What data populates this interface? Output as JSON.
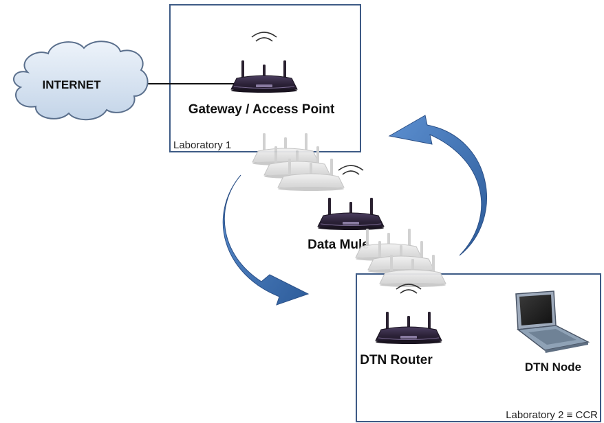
{
  "labels": {
    "internet": "INTERNET",
    "gateway": "Gateway / Access Point",
    "data_mule": "Data Mule",
    "dtn_router": "DTN Router",
    "dtn_node": "DTN Node",
    "lab1": "Laboratory 1",
    "lab2": "Laboratory 2 ≡ CCR"
  },
  "colors": {
    "box_border": "#3d5a85",
    "cloud_fill": "#dbe7f4",
    "cloud_stroke": "#5a6f8c",
    "arrow_fill": "#3d70b2",
    "router_body": "#3e3150",
    "router_ghost": "#d8d8d8",
    "laptop_body": "#8fa2b6"
  },
  "icons": [
    "cloud-icon",
    "router-icon",
    "router-ghost-icon",
    "signal-waves-icon",
    "laptop-icon",
    "curved-arrow-icon"
  ]
}
